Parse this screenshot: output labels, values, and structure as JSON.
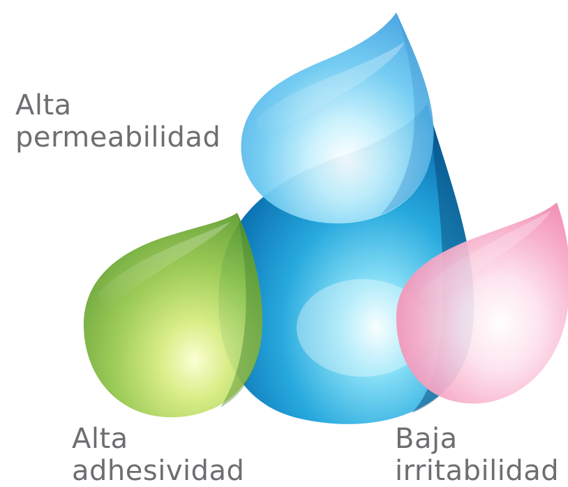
{
  "labels": {
    "permeability": {
      "line1": "Alta",
      "line2": "permeabilidad"
    },
    "adhesion": {
      "line1": "Alta",
      "line2": "adhesividad"
    },
    "irritability": {
      "line1": "Baja",
      "line2": "irritabilidad"
    }
  },
  "drops": {
    "center": {
      "icon": "water-drop-icon",
      "color": "#1a8fd0"
    },
    "top": {
      "icon": "water-drop-icon",
      "color": "#5fc2f0"
    },
    "left": {
      "icon": "water-drop-icon",
      "color": "#8cc63f"
    },
    "right": {
      "icon": "water-drop-icon",
      "color": "#f48fb1"
    }
  },
  "label_color": "#6d6e71"
}
